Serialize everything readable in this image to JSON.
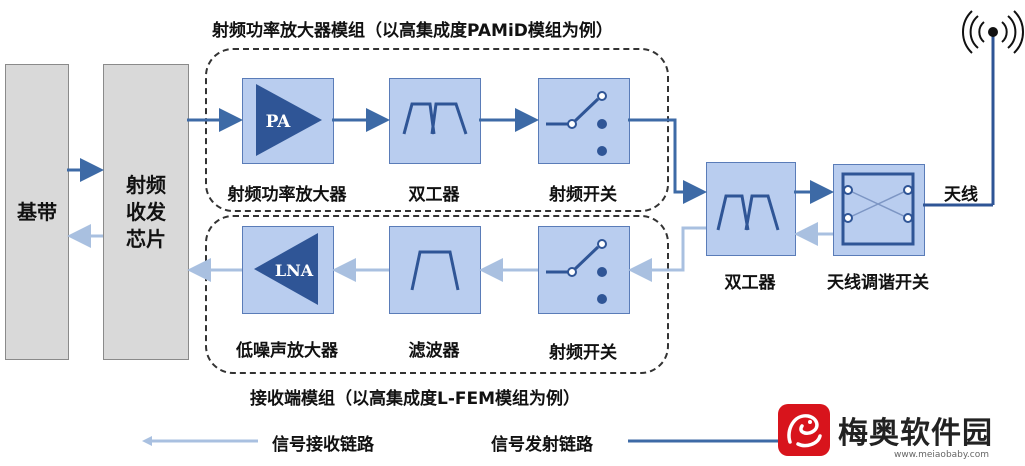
{
  "titles": {
    "tx_module": "射频功率放大器模组（以高集成度PAMiD模组为例）",
    "rx_module": "接收端模组（以高集成度L-FEM模组为例）"
  },
  "blocks": {
    "baseband": "基带",
    "transceiver_line1": "射频",
    "transceiver_line2": "收发",
    "transceiver_line3": "芯片",
    "pa_text": "PA",
    "lna_text": "LNA"
  },
  "labels": {
    "pa": "射频功率放大器",
    "tx_duplexer": "双工器",
    "tx_switch": "射频开关",
    "lna": "低噪声放大器",
    "filter": "滤波器",
    "rx_switch": "射频开关",
    "main_duplexer": "双工器",
    "tuner": "天线调谐开关",
    "antenna": "天线"
  },
  "legend": {
    "rx_path": "信号接收链路",
    "tx_path": "信号发射链路"
  },
  "watermark": {
    "name": "梅奥软件园",
    "url": "www.meiaobaby.com"
  },
  "colors": {
    "tx_line": "#3d6aa6",
    "rx_line": "#a9c0e0",
    "box_fill": "#b9cdef",
    "box_border": "#5a7cb8",
    "symbol": "#2f5596"
  }
}
